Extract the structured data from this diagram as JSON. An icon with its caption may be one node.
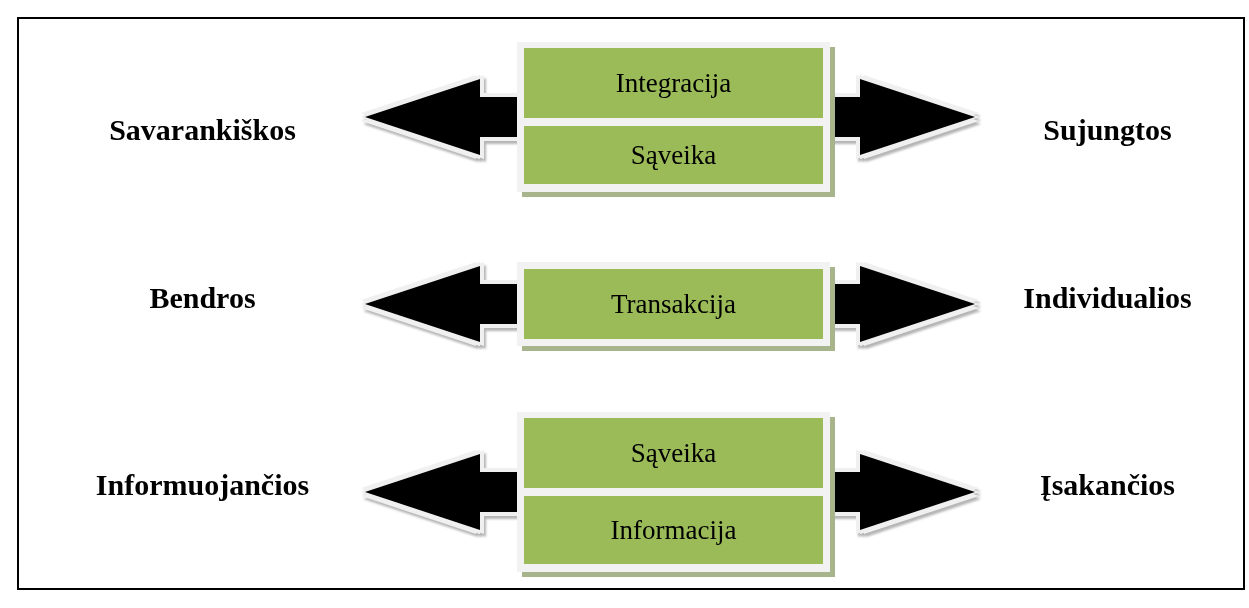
{
  "diagram": {
    "nodes": [
      {
        "text": [
          "Savarankiškos"
        ]
      },
      {
        "text": [],
        "shape": "box"
      },
      {
        "text": [
          "Integracija"
        ],
        "in": 1
      },
      {
        "text": [
          "Sąveika"
        ],
        "in": 1
      },
      {
        "text": [
          "Sujungtos"
        ]
      },
      {
        "text": [
          "Bendros"
        ]
      },
      {
        "text": [
          "Transakcija"
        ]
      },
      {
        "text": [
          "Individualios"
        ]
      },
      {
        "text": [
          "Informuojančios"
        ]
      },
      {
        "text": [],
        "shape": "box"
      },
      {
        "text": [
          "Sąveika"
        ],
        "in": 9
      },
      {
        "text": [
          "Informacija"
        ],
        "in": 9
      },
      {
        "text": [
          "Įsakančios"
        ]
      }
    ],
    "edges": [
      {
        "from": 1,
        "to": 0,
        "arrow": "to"
      },
      {
        "from": 1,
        "to": 4,
        "arrow": "to"
      },
      {
        "from": 6,
        "to": 5,
        "arrow": "to"
      },
      {
        "from": 6,
        "to": 7,
        "arrow": "to"
      },
      {
        "from": 9,
        "to": 8,
        "arrow": "to"
      },
      {
        "from": 9,
        "to": 12,
        "arrow": "to"
      }
    ]
  }
}
